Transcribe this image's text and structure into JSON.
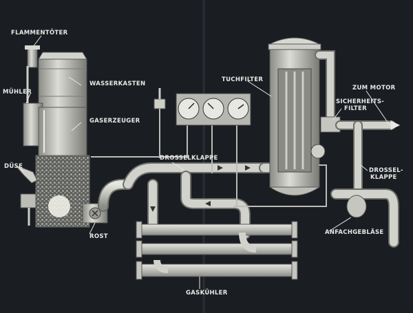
{
  "labels": {
    "flammentoter": "FLAMMENTÖTER",
    "muhler": "MÜHLER",
    "duse": "DÜSE",
    "wasserkasten": "WASSERKASTEN",
    "gaserzeuger": "GASERZEUGER",
    "rost": "ROST",
    "drosselklappe_center": "DROSSELKLAPPE",
    "tuchfilter": "TUCHFILTER",
    "zum_motor": "ZUM MOTOR",
    "sicherheitsfilter_1": "SICHERHEITS-",
    "sicherheitsfilter_2": "FILTER",
    "drosselklappe_right_1": "DROSSEL-",
    "drosselklappe_right_2": "KLAPPE",
    "anfachgeblase": "ANFACHGEBLÄSE",
    "gaskuhler": "GASKÜHLER"
  },
  "colors": {
    "background": "#1a1d22",
    "apparatus": "#c9c9c4",
    "apparatus_shadow": "#8d8d88",
    "text": "#e8e8e6"
  },
  "icons": [
    "gauge-icon",
    "flow-arrow-icon"
  ]
}
